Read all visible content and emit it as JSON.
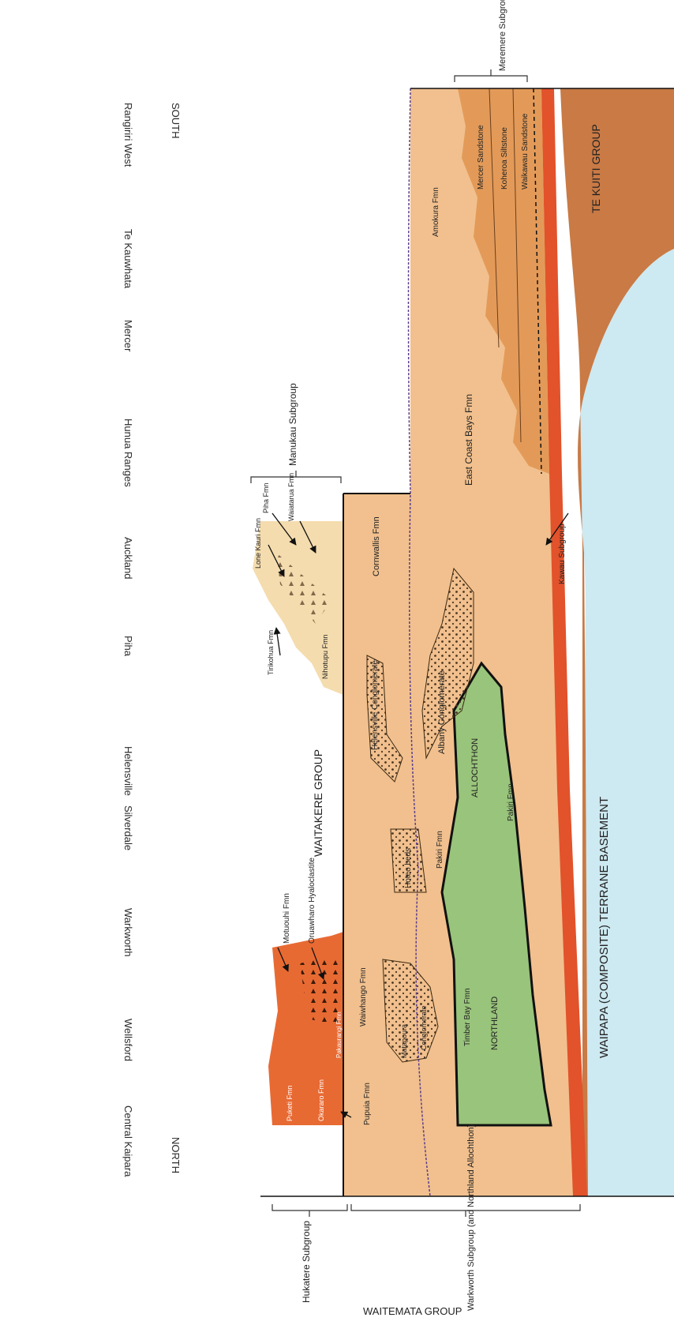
{
  "locations": [
    "SOUTH",
    "Rangiriri West",
    "Te Kauwhata",
    "Mercer",
    "Hunua Ranges",
    "Auckland",
    "Piha",
    "Helensville",
    "Silverdale",
    "Warkworth",
    "Wellsford",
    "Central Kaipara",
    "NORTH"
  ],
  "groups": {
    "meremere": "Meremere Subgroup",
    "manukau": "Manukau Subgroup",
    "waitakere": "WAITAKERE GROUP",
    "hukatere": "Hukatere Subgroup",
    "warkworth": "Warkworth Subgroup (and Northland Allochthon)",
    "waitemata": "WAITEMATA GROUP",
    "te_kuiti": "TE KUITI GROUP",
    "basement": "WAIPAPA (COMPOSITE) TERRANE BASEMENT"
  },
  "units": {
    "mercer_sst": "Mercer Sandstone",
    "koheroa": "Koheroa Siltstone",
    "waikawau": "Waikawau Sandstone",
    "amokura": "Amokura Fmn",
    "ecb": "East Coast Bays Fmn",
    "kawau": "Kawau Subgroup",
    "cornwallis": "Cornwallis Fmn",
    "piha": "Piha Fmn",
    "lone_kauri": "Lone Kauri Fmn",
    "waiatarua": "Waiatarua Fmn",
    "nihotupu": "Nihotupu Fmn",
    "tirikohua": "Tirikohua Fmn",
    "helensville": "Helensville Conglomerate",
    "albany": "Albany Conglomerate",
    "pakiri_1": "Pakiri Fmn",
    "pakiri_2": "Pakiri Fmn",
    "allochthon": "ALLOCHTHON",
    "northland": "NORTHLAND",
    "hoteo": "Hoteo beds",
    "waiwhango": "Waiwhango Fmn",
    "matapoura": "Matapoura",
    "conglomerate": "Conglomerate",
    "timber_bay": "Timber Bay Fmn",
    "pupuia": "Pupuia Fmn",
    "puketi": "Puketi Fmn",
    "okararo": "Okararo Fmn",
    "pakaurangi": "Pakaurangi Fmn",
    "motuouhi": "Motuouhi Fmn",
    "oruawharo": "Oruawharo Hyaloclastite"
  },
  "colors": {
    "basement": "#cde9f1",
    "te_kuiti": "#c97a45",
    "red": "#e2522b",
    "waitemata": "#f1c08e",
    "meremere": "#e39a58",
    "waitakere": "#f4dcae",
    "hukatere": "#e86a33",
    "allochthon": "#99c47b"
  }
}
